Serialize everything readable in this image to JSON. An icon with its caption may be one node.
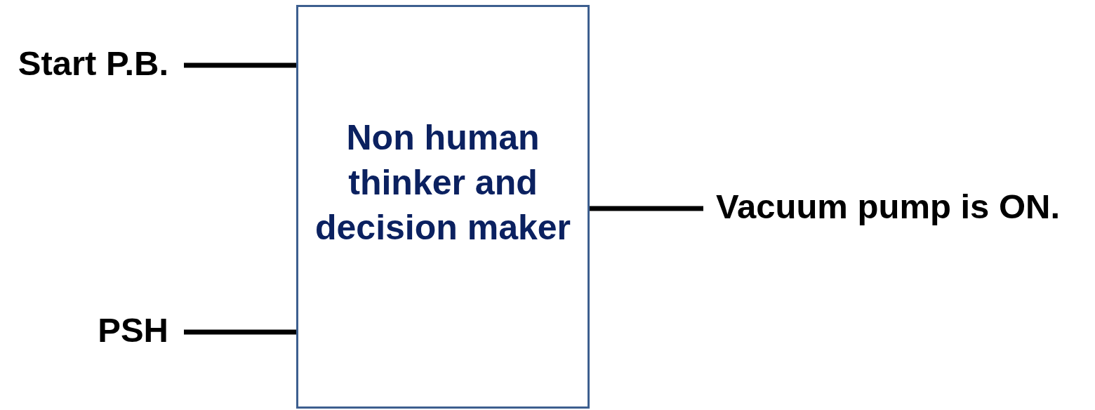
{
  "diagram": {
    "nodes": [
      {
        "text": [
          "Start P.B."
        ]
      },
      {
        "text": [
          "PSH"
        ]
      },
      {
        "text": [
          "Non human thinker and decision maker"
        ]
      },
      {
        "text": [
          "Vacuum pump is ON."
        ]
      }
    ],
    "edges": [
      {
        "from": 0,
        "to": 2,
        "arrow": "none"
      },
      {
        "from": 1,
        "to": 2,
        "arrow": "none"
      },
      {
        "from": 2,
        "to": 3,
        "arrow": "none"
      }
    ]
  }
}
